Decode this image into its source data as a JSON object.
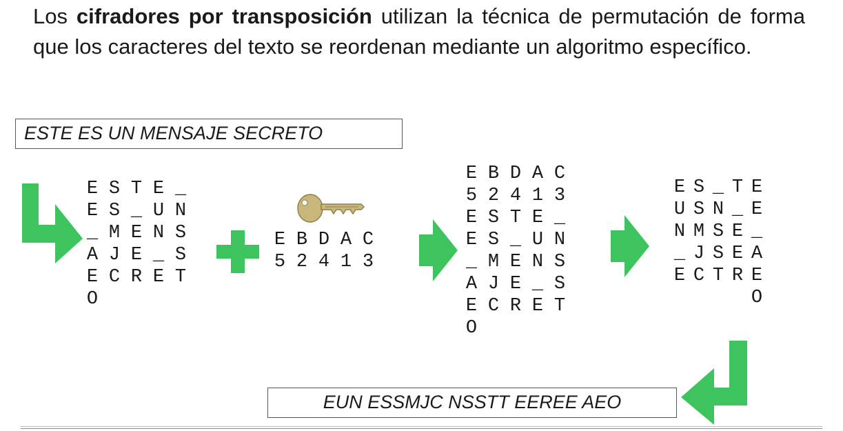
{
  "intro": {
    "before": "Los ",
    "bold": "cifradores por transposición",
    "after": " utilizan la técnica de permutación de forma que los caracteres del texto se reordenan mediante un algoritmo específico."
  },
  "plaintext": "ESTE ES UN MENSAJE SECRETO",
  "grid1": [
    "ESTE_",
    "ES_UN",
    "_MENS",
    "AJE_S",
    "ECRET",
    "O"
  ],
  "key_grid": [
    "EBDAC",
    "52413"
  ],
  "grid2": [
    "EBDAC",
    "52413",
    "ESTE_",
    "ES_UN",
    "_MENS",
    "AJE_S",
    "ECRET",
    "O"
  ],
  "grid3": [
    "ES_TE",
    "USN_E",
    "NMSE_",
    "_JSEA",
    "ECTRE",
    "    O"
  ],
  "ciphertext": "EUN ESSMJC NSSTT EEREE AEO",
  "colors": {
    "arrow": "#3ec45e",
    "key": "#c8b77a"
  }
}
